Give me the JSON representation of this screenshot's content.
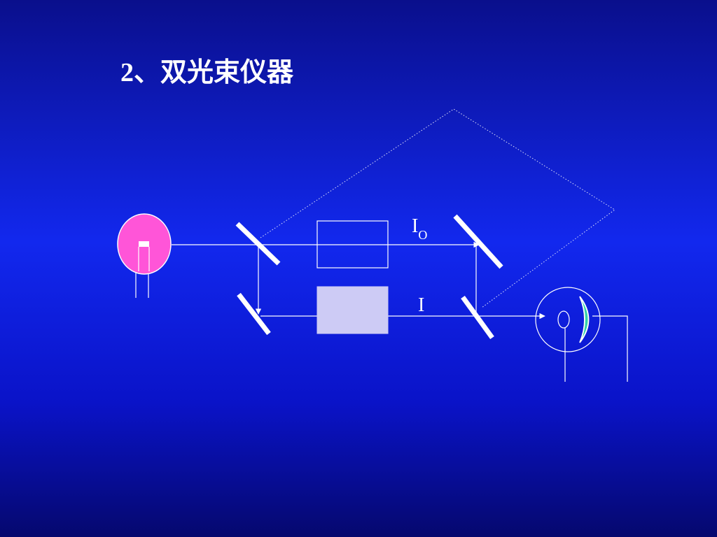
{
  "slide": {
    "title": "2、双光束仪器"
  },
  "diagram": {
    "beam_labels": {
      "reference_main": "I",
      "reference_sub": "O",
      "sample": "I"
    },
    "colors": {
      "background_top": "#0a0f8c",
      "background_mid": "#1228ee",
      "lamp_fill": "#ff55d8",
      "mirror": "#ffffff",
      "sample_cell_fill": "#cdcbf5",
      "detector_arc": "#33d1a8",
      "beam": "#ffffff"
    },
    "components": [
      "light-source",
      "beam-splitter-mirror",
      "reference-cell",
      "sample-cell",
      "mirror",
      "detector"
    ]
  }
}
